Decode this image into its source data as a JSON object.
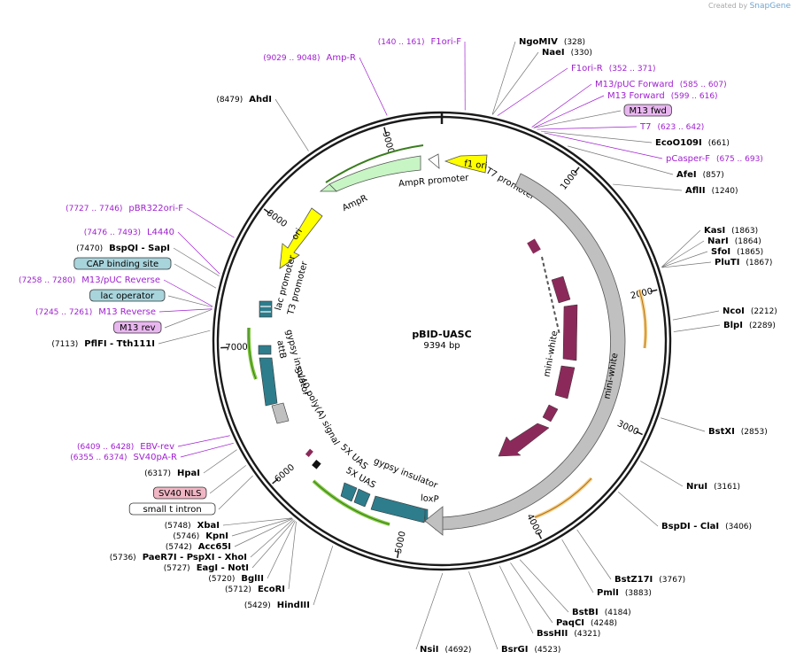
{
  "watermark": {
    "prefix": "Created by",
    "brand": "SnapGene"
  },
  "plasmid": {
    "name": "pBID-UASC",
    "size": "9394 bp",
    "length": 9394
  },
  "colors": {
    "primer": "#a020d0",
    "enzyme": "#000000",
    "backbone": "#1a1a1a",
    "minwhite": "#8b2a5a",
    "amp": "#c7f5c4",
    "ori": "#ffff00",
    "teal": "#2e7d8c",
    "gray_feature": "#c0c0c0",
    "orange": "#e8a23c",
    "green": "#7ec63c"
  },
  "ticks": [
    "1000",
    "2000",
    "3000",
    "4000",
    "5000",
    "6000",
    "7000",
    "8000",
    "9000"
  ],
  "right_labels": [
    {
      "name": "NgoMIV",
      "pos": "(328)",
      "type": "enzyme"
    },
    {
      "name": "NaeI",
      "pos": "(330)",
      "type": "enzyme"
    },
    {
      "name": "F1ori-R",
      "pos": "(352 .. 371)",
      "type": "primer"
    },
    {
      "name": "M13/pUC Forward",
      "pos": "(585 .. 607)",
      "type": "primer"
    },
    {
      "name": "M13 Forward",
      "pos": "(599 .. 616)",
      "type": "primer"
    },
    {
      "name": "M13 fwd",
      "pos": "",
      "type": "boxed_purple"
    },
    {
      "name": "T7",
      "pos": "(623 .. 642)",
      "type": "primer"
    },
    {
      "name": "EcoO109I",
      "pos": "(661)",
      "type": "enzyme"
    },
    {
      "name": "pCasper-F",
      "pos": "(675 .. 693)",
      "type": "primer"
    },
    {
      "name": "AfeI",
      "pos": "(857)",
      "type": "enzyme"
    },
    {
      "name": "AflII",
      "pos": "(1240)",
      "type": "enzyme"
    },
    {
      "name": "KasI",
      "pos": "(1863)",
      "type": "enzyme"
    },
    {
      "name": "NarI",
      "pos": "(1864)",
      "type": "enzyme"
    },
    {
      "name": "SfoI",
      "pos": "(1865)",
      "type": "enzyme"
    },
    {
      "name": "PluTI",
      "pos": "(1867)",
      "type": "enzyme"
    },
    {
      "name": "NcoI",
      "pos": "(2212)",
      "type": "enzyme"
    },
    {
      "name": "BlpI",
      "pos": "(2289)",
      "type": "enzyme"
    },
    {
      "name": "BstXI",
      "pos": "(2853)",
      "type": "enzyme"
    },
    {
      "name": "NruI",
      "pos": "(3161)",
      "type": "enzyme"
    },
    {
      "name": "BspDI - ClaI",
      "pos": "(3406)",
      "type": "enzyme"
    },
    {
      "name": "BstZ17I",
      "pos": "(3767)",
      "type": "enzyme"
    },
    {
      "name": "PmlI",
      "pos": "(3883)",
      "type": "enzyme"
    },
    {
      "name": "BstBI",
      "pos": "(4184)",
      "type": "enzyme"
    },
    {
      "name": "PaqCI",
      "pos": "(4248)",
      "type": "enzyme"
    },
    {
      "name": "BssHII",
      "pos": "(4321)",
      "type": "enzyme"
    },
    {
      "name": "BsrGI",
      "pos": "(4523)",
      "type": "enzyme"
    },
    {
      "name": "NsiI",
      "pos": "(4692)",
      "type": "enzyme"
    }
  ],
  "left_labels": [
    {
      "name": "F1ori-F",
      "pos": "(140 .. 161)",
      "type": "primer"
    },
    {
      "name": "Amp-R",
      "pos": "(9029 .. 9048)",
      "type": "primer"
    },
    {
      "name": "AhdI",
      "pos": "(8479)",
      "type": "enzyme"
    },
    {
      "name": "pBR322ori-F",
      "pos": "(7727 .. 7746)",
      "type": "primer"
    },
    {
      "name": "L4440",
      "pos": "(7476 .. 7493)",
      "type": "primer"
    },
    {
      "name": "BspQI - SapI",
      "pos": "(7470)",
      "type": "enzyme"
    },
    {
      "name": "CAP binding site",
      "pos": "",
      "type": "boxed_blue"
    },
    {
      "name": "M13/pUC Reverse",
      "pos": "(7258 .. 7280)",
      "type": "primer"
    },
    {
      "name": "lac operator",
      "pos": "",
      "type": "boxed_blue"
    },
    {
      "name": "M13 Reverse",
      "pos": "(7245 .. 7261)",
      "type": "primer"
    },
    {
      "name": "M13 rev",
      "pos": "",
      "type": "boxed_purple"
    },
    {
      "name": "PflFI - Tth111I",
      "pos": "(7113)",
      "type": "enzyme"
    },
    {
      "name": "EBV-rev",
      "pos": "(6409 .. 6428)",
      "type": "primer"
    },
    {
      "name": "SV40pA-R",
      "pos": "(6355 .. 6374)",
      "type": "primer"
    },
    {
      "name": "HpaI",
      "pos": "(6317)",
      "type": "enzyme"
    },
    {
      "name": "SV40 NLS",
      "pos": "",
      "type": "boxed_pink"
    },
    {
      "name": "small t intron",
      "pos": "",
      "type": "boxed_white"
    },
    {
      "name": "XbaI",
      "pos": "(5748)",
      "type": "enzyme"
    },
    {
      "name": "KpnI",
      "pos": "(5746)",
      "type": "enzyme"
    },
    {
      "name": "Acc65I",
      "pos": "(5742)",
      "type": "enzyme"
    },
    {
      "name": "PaeR7I - PspXI - XhoI",
      "pos": "(5736)",
      "type": "enzyme"
    },
    {
      "name": "EagI - NotI",
      "pos": "(5727)",
      "type": "enzyme"
    },
    {
      "name": "BglII",
      "pos": "(5720)",
      "type": "enzyme"
    },
    {
      "name": "EcoRI",
      "pos": "(5712)",
      "type": "enzyme"
    },
    {
      "name": "HindIII",
      "pos": "(5429)",
      "type": "enzyme"
    }
  ],
  "features": {
    "f1_ori": "f1 ori",
    "ampr_promoter": "AmpR promoter",
    "ampr": "AmpR",
    "t7_promoter": "T7 promoter",
    "ori": "ori",
    "lac_promoter": "lac promoter",
    "t3_promoter": "T3 promoter",
    "attb": "attB",
    "gypsy_insulator_1": "gypsy insulator",
    "sv40_polya": "SV40 poly(A) signal",
    "uas_1": "5X UAS",
    "uas_2": "5X UAS",
    "gypsy_insulator_2": "gypsy insulator",
    "loxp": "loxP",
    "mini_white_outer": "mini-white",
    "mini_white_inner": "mini-white"
  }
}
